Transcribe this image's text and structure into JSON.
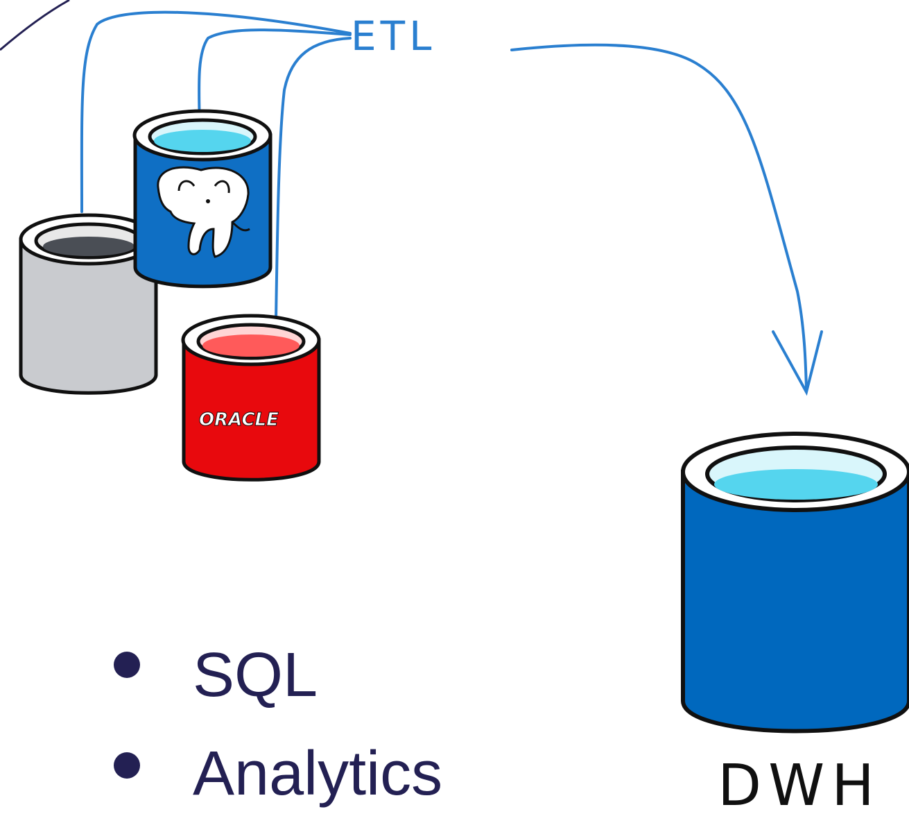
{
  "diagram": {
    "etl_label": "ETL",
    "oracle_label": "ORACLE",
    "dwh_label": "DWH",
    "bullets": [
      "SQL",
      "Analytics"
    ],
    "sources": [
      {
        "name": "generic-db",
        "body_color": "#c9cbcf",
        "liquid_color": "#4a4e55"
      },
      {
        "name": "postgresql-db",
        "body_color": "#0f6fc4",
        "liquid_color": "#55d5ee",
        "icon": "elephant-icon"
      },
      {
        "name": "oracle-db",
        "body_color": "#e8090d",
        "liquid_color": "#ff5a5a"
      }
    ],
    "warehouse": {
      "body_color": "#0068be",
      "liquid_color": "#55d5ee"
    }
  },
  "colors": {
    "flow_line": "#2a7fd0",
    "text_navy": "#232053",
    "outline": "#101010"
  }
}
